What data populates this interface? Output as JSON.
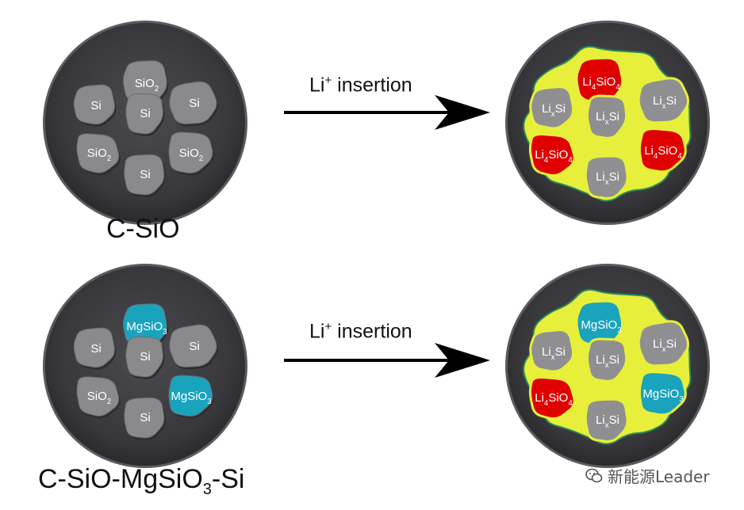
{
  "colors": {
    "particle_bg": "#3f3f43",
    "particle_rim": "#5a5a5f",
    "si": "#8a8a8d",
    "sio2": "#8a8a8d",
    "mgsio3": "#1aa3bd",
    "li4sio4": "#e00000",
    "lixsi": "#8f8f92",
    "swelling": "#e7ef3a",
    "swelling_edge": "#2c8a5a"
  },
  "top_row": {
    "caption_main": "C-SiO",
    "arrow_label_main": "Li",
    "arrow_label_sup": "+",
    "arrow_label_rest": " insertion",
    "before": [
      {
        "main": "SiO",
        "sub": "2"
      },
      {
        "main": "Si",
        "sub": ""
      },
      {
        "main": "Si",
        "sub": ""
      },
      {
        "main": "Si",
        "sub": ""
      },
      {
        "main": "SiO",
        "sub": "2"
      },
      {
        "main": "SiO",
        "sub": "2"
      },
      {
        "main": "Si",
        "sub": ""
      }
    ],
    "after": [
      {
        "main": "Li",
        "sub": "4",
        "rest": "SiO",
        "sub2": "4",
        "kind": "li4sio4"
      },
      {
        "main": "Li",
        "sub": "x",
        "rest": "Si",
        "sub2": "",
        "kind": "lixsi"
      },
      {
        "main": "Li",
        "sub": "x",
        "rest": "Si",
        "sub2": "",
        "kind": "lixsi"
      },
      {
        "main": "Li",
        "sub": "x",
        "rest": "Si",
        "sub2": "",
        "kind": "lixsi"
      },
      {
        "main": "Li",
        "sub": "4",
        "rest": "SiO",
        "sub2": "4",
        "kind": "li4sio4"
      },
      {
        "main": "Li",
        "sub": "4",
        "rest": "SiO",
        "sub2": "4",
        "kind": "li4sio4"
      },
      {
        "main": "Li",
        "sub": "x",
        "rest": "Si",
        "sub2": "",
        "kind": "lixsi"
      }
    ]
  },
  "bottom_row": {
    "caption_main": "C-SiO-MgSiO",
    "caption_sub": "3",
    "caption_rest": "-Si",
    "arrow_label_main": "Li",
    "arrow_label_sup": "+",
    "arrow_label_rest": " insertion",
    "before": [
      {
        "main": "MgSiO",
        "sub": "3",
        "kind": "mgsio3"
      },
      {
        "main": "Si",
        "sub": "",
        "kind": "si"
      },
      {
        "main": "Si",
        "sub": "",
        "kind": "si"
      },
      {
        "main": "Si",
        "sub": "",
        "kind": "si"
      },
      {
        "main": "SiO",
        "sub": "2",
        "kind": "si"
      },
      {
        "main": "MgSiO",
        "sub": "3",
        "kind": "mgsio3"
      },
      {
        "main": "Si",
        "sub": "",
        "kind": "si"
      }
    ],
    "after": [
      {
        "main": "MgSiO",
        "sub": "3",
        "rest": "",
        "sub2": "",
        "kind": "mgsio3"
      },
      {
        "main": "Li",
        "sub": "x",
        "rest": "Si",
        "sub2": "",
        "kind": "lixsi"
      },
      {
        "main": "Li",
        "sub": "x",
        "rest": "Si",
        "sub2": "",
        "kind": "lixsi"
      },
      {
        "main": "Li",
        "sub": "x",
        "rest": "Si",
        "sub2": "",
        "kind": "lixsi"
      },
      {
        "main": "Li",
        "sub": "4",
        "rest": "SiO",
        "sub2": "4",
        "kind": "li4sio4"
      },
      {
        "main": "MgSiO",
        "sub": "3",
        "rest": "",
        "sub2": "",
        "kind": "mgsio3"
      },
      {
        "main": "Li",
        "sub": "x",
        "rest": "Si",
        "sub2": "",
        "kind": "lixsi"
      }
    ]
  },
  "watermark": {
    "icon": "wechat-icon",
    "text": "新能源Leader"
  }
}
